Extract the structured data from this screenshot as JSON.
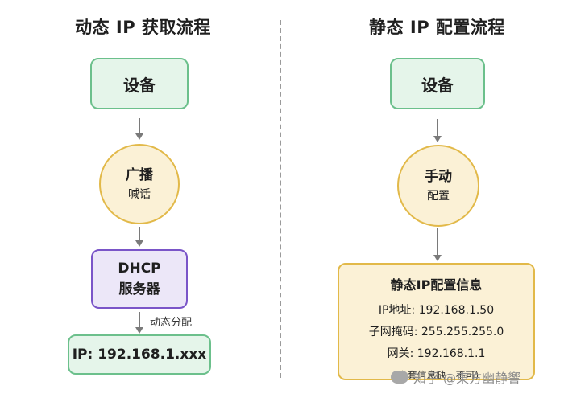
{
  "left": {
    "title": "动态 IP 获取流程",
    "device": "设备",
    "broadcast_main": "广播",
    "broadcast_sub": "喊话",
    "server_line1": "DHCP",
    "server_line2": "服务器",
    "assign_label": "动态分配",
    "result": "IP: 192.168.1.xxx"
  },
  "right": {
    "title": "静态 IP 配置流程",
    "device": "设备",
    "manual_main": "手动",
    "manual_sub": "配置",
    "info_title": "静态IP配置信息",
    "info_lines": [
      "IP地址: 192.168.1.50",
      "子网掩码: 255.255.255.0",
      "网关: 192.168.1.1"
    ],
    "info_note": "(全套信息缺一不可)"
  },
  "watermark": "知乎 @東方幽静響",
  "colors": {
    "green_fill": "#e5f5ea",
    "green_border": "#6cc08c",
    "yellow_fill": "#fbf1d6",
    "yellow_border": "#e2b949",
    "purple_fill": "#ece7f8",
    "purple_border": "#7a55c8"
  }
}
